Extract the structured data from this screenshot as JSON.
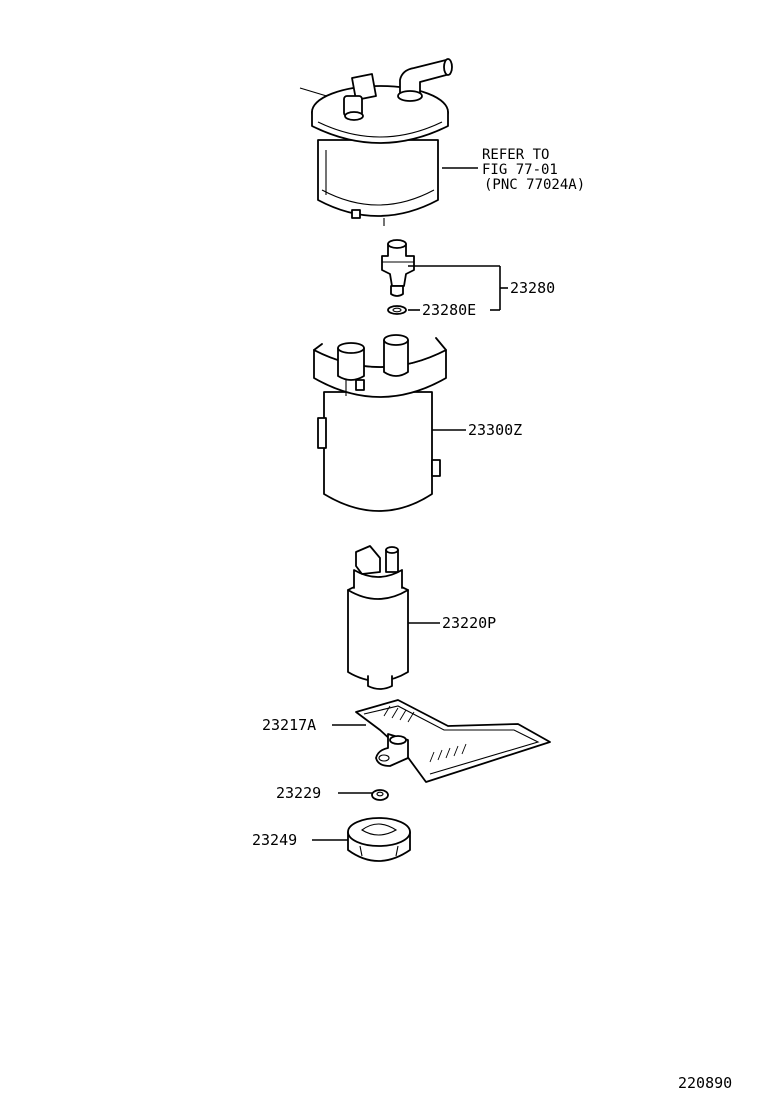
{
  "diagram": {
    "refer_note": [
      "REFER TO",
      "FIG 77-01",
      "(PNC 77024A)"
    ],
    "parts": [
      {
        "id": "23280",
        "label": "23280"
      },
      {
        "id": "23280E",
        "label": "23280E"
      },
      {
        "id": "23300Z",
        "label": "23300Z"
      },
      {
        "id": "23220P",
        "label": "23220P"
      },
      {
        "id": "23217A",
        "label": "23217A"
      },
      {
        "id": "23229",
        "label": "23229"
      },
      {
        "id": "23249",
        "label": "23249"
      }
    ],
    "figure_number": "220890"
  }
}
